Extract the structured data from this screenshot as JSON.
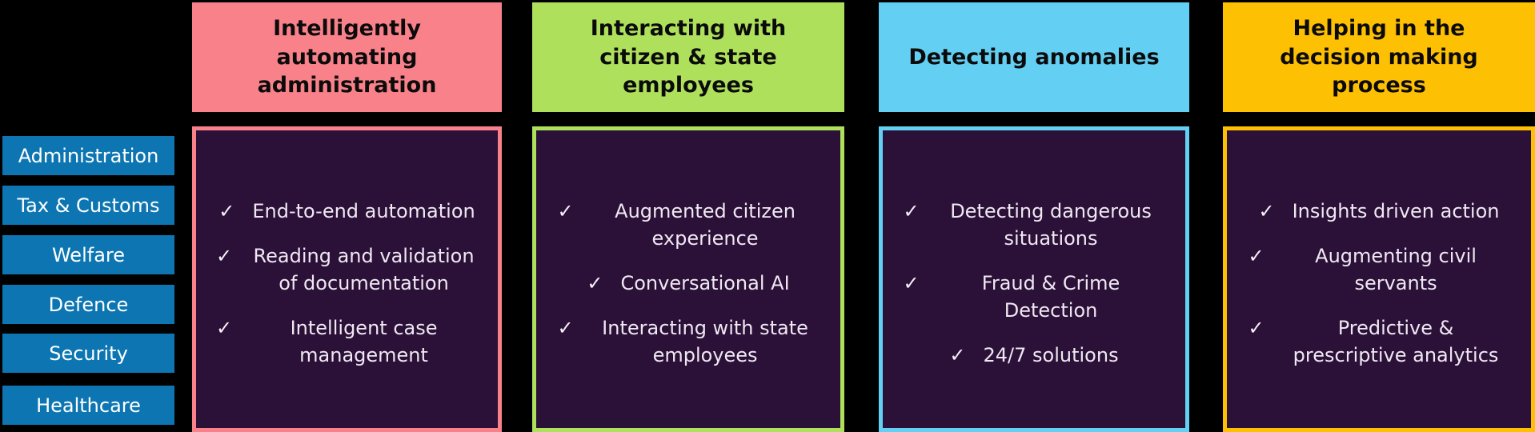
{
  "palette": {
    "background": "#000000",
    "sidebar_blue": "#0D76B2",
    "pillar_pink": "#F9818A",
    "pillar_green": "#AFE05C",
    "pillar_sky": "#63CFF2",
    "pillar_gold": "#FEC002",
    "panel_purple": "#2B1038",
    "panel_text": "#EFE8F2",
    "header_text": "#0B0B0B",
    "sidebar_text": "#FFFFFF"
  },
  "bullet_icon": "✓",
  "sidebar": {
    "items": [
      {
        "label": "Administration"
      },
      {
        "label": "Tax & Customs"
      },
      {
        "label": "Welfare"
      },
      {
        "label": "Defence"
      },
      {
        "label": "Security"
      },
      {
        "label": "Healthcare"
      }
    ]
  },
  "columns": [
    {
      "title": "Intelligently automating administration",
      "accent": "#F9818A",
      "items": [
        "End-to-end automation",
        "Reading and validation of documentation",
        "Intelligent case management"
      ]
    },
    {
      "title": "Interacting with citizen & state employees",
      "accent": "#AFE05C",
      "items": [
        "Augmented citizen experience",
        "Conversational AI",
        "Interacting with state employees"
      ]
    },
    {
      "title": "Detecting anomalies",
      "accent": "#63CFF2",
      "items": [
        "Detecting dangerous situations",
        "Fraud & Crime Detection",
        "24/7 solutions"
      ]
    },
    {
      "title": "Helping in the decision making process",
      "accent": "#FEC002",
      "items": [
        "Insights driven action",
        "Augmenting civil servants",
        "Predictive & prescriptive analytics"
      ]
    }
  ]
}
